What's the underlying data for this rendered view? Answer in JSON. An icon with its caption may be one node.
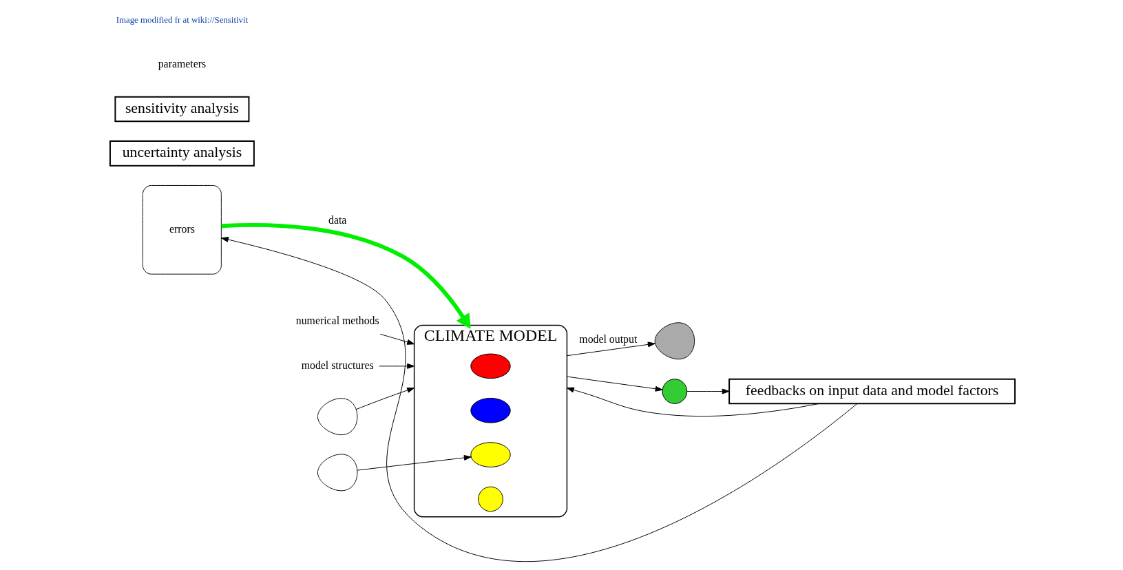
{
  "diagram": {
    "nodes": [
      {
        "text": [
          "errors"
        ]
      },
      {
        "text": [
          "CLIMATE MODEL"
        ]
      },
      {
        "text": [],
        "shape": "ellipse",
        "in": 1
      },
      {
        "text": [],
        "shape": "ellipse",
        "in": 1
      },
      {
        "text": [],
        "shape": "ellipse",
        "in": 1
      },
      {
        "text": [],
        "shape": "circle",
        "in": 1
      },
      {
        "text": [
          "numerical methods"
        ]
      },
      {
        "text": [
          "model structures"
        ]
      },
      {
        "text": [],
        "shape": "curve"
      },
      {
        "text": [],
        "shape": "curve"
      },
      {
        "text": [],
        "shape": "curve"
      },
      {
        "text": [
          "uncertainty analysis"
        ]
      },
      {
        "text": [
          "sensitivity analysis"
        ]
      },
      {
        "text": [],
        "shape": "circle"
      },
      {
        "text": [
          "feedbacks on input data and model factors"
        ]
      }
    ],
    "edges": [
      {
        "from": 0,
        "to": 1,
        "arrow": "to",
        "label": "data",
        "style": "thick",
        "color": "#00ee00"
      },
      {
        "from": 6,
        "to": 1,
        "arrow": "to"
      },
      {
        "from": 7,
        "to": 1,
        "arrow": "to"
      },
      {
        "from": 8,
        "to": 4,
        "arrow": "to"
      },
      {
        "from": 9,
        "to": 1,
        "arrow": "to"
      },
      {
        "from": 1,
        "to": 10,
        "arrow": "to",
        "label": "model output"
      },
      {
        "from": 1,
        "to": 13,
        "arrow": "to"
      },
      {
        "from": 13,
        "to": 14,
        "arrow": "to"
      },
      {
        "from": 14,
        "to": 0,
        "arrow": "to"
      },
      {
        "from": 14,
        "to": 1,
        "arrow": "to"
      }
    ],
    "labels": [
      "parameters",
      "Image modified fr at wiki://Sensitivit"
    ]
  }
}
